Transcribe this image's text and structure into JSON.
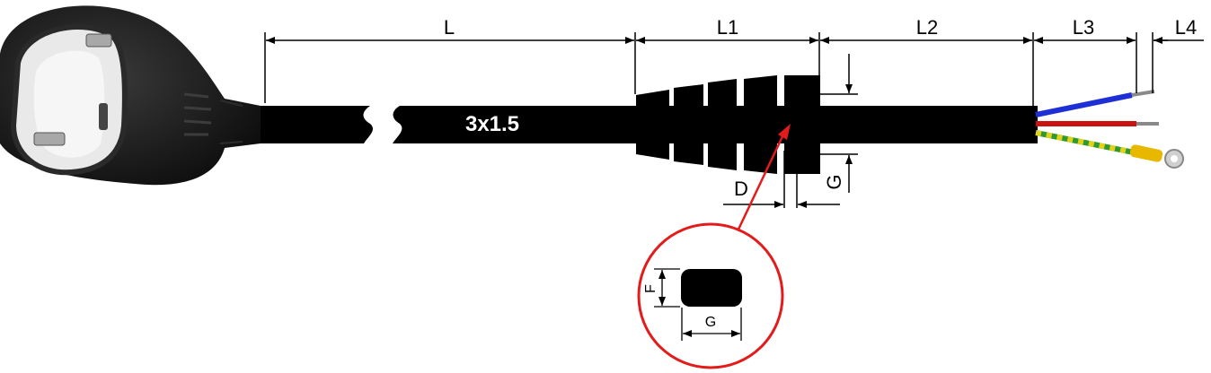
{
  "cable": {
    "marking": "3x1.5"
  },
  "dimensions": {
    "L": "L",
    "L1": "L1",
    "L2": "L2",
    "L3": "L3",
    "L4": "L4",
    "D": "D",
    "G": "G"
  },
  "detail": {
    "F": "F",
    "G": "G"
  },
  "colors": {
    "cable": "#000000",
    "wire_blue": "#1f2fd6",
    "wire_red": "#cc1111",
    "wire_ground_green": "#2f9a2f",
    "wire_ground_yellow": "#e3d21a",
    "lug": "#e8b800",
    "callout": "#e31b1b"
  }
}
